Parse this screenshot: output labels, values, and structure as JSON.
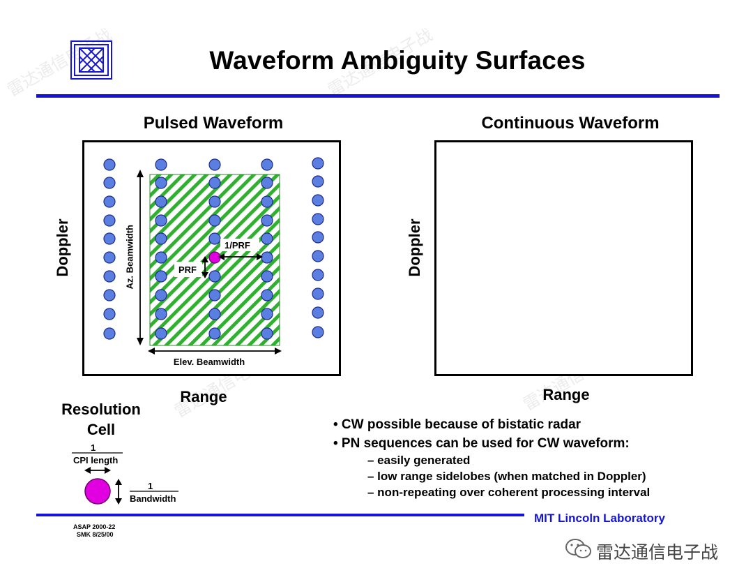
{
  "title": "Waveform Ambiguity Surfaces",
  "colors": {
    "accent_blue": "#1414d8",
    "dot_blue": "#5b7fe0",
    "magenta": "#e000e0",
    "hatch_green": "#2fb12f"
  },
  "pulsed": {
    "heading": "Pulsed Waveform",
    "y_label": "Doppler",
    "x_label": "Range",
    "az_beamwidth": "Az. Beamwidth",
    "elev_beamwidth": "Elev. Beamwidth",
    "prf": "PRF",
    "one_over_prf": "1/PRF"
  },
  "continuous": {
    "heading": "Continuous Waveform",
    "y_label": "Doppler",
    "x_label": "Range"
  },
  "resolution": {
    "title_line1": "Resolution",
    "title_line2": "Cell",
    "cpi_num": "1",
    "cpi_den": "CPI length",
    "bw_num": "1",
    "bw_den": "Bandwidth"
  },
  "bullets": [
    "• CW possible because of bistatic radar",
    "• PN sequences can be used for CW waveform:"
  ],
  "sub_bullets": [
    "– easily generated",
    "– low range sidelobes (when matched in Doppler)",
    "– non-repeating over coherent processing interval"
  ],
  "footer": {
    "line1": "ASAP 2000-22",
    "line2": "SMK 8/25/00"
  },
  "brand": "MIT Lincoln Laboratory",
  "wechat_source": "雷达通信电子战",
  "watermark": "雷达通信电子战"
}
